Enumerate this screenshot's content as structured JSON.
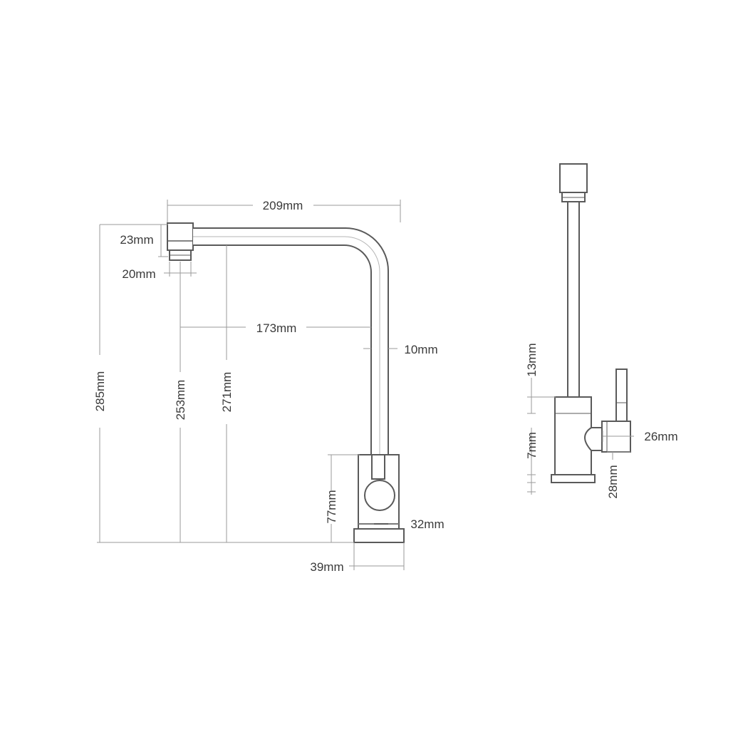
{
  "front_view": {
    "dimensions": {
      "overall_width": "209mm",
      "aerator_height": "23mm",
      "aerator_width": "20mm",
      "reach": "173mm",
      "spout_diameter": "10mm",
      "total_height": "285mm",
      "outlet_height": "253mm",
      "spout_height": "271mm",
      "body_height": "77mm",
      "body_width": "32mm",
      "base_width": "39mm"
    }
  },
  "side_view": {
    "dimensions": {
      "tube_offset": "13mm",
      "base_gap": "7mm",
      "handle_width": "26mm",
      "handle_height": "28mm"
    }
  },
  "colors": {
    "outline": "#5a5a5a",
    "dimension": "#9a9a9a",
    "text": "#3a3a3a"
  }
}
